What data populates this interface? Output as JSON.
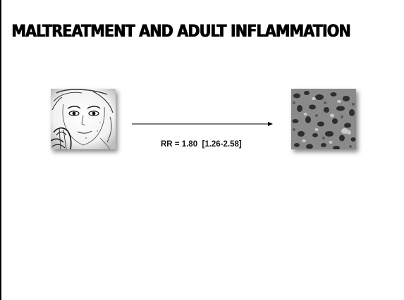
{
  "slide": {
    "title": "MALTREATMENT AND ADULT INFLAMMATION",
    "statistic": "RR = 1.80  [1.26-2.58]"
  },
  "images": {
    "left": "sketch-of-child-face",
    "right": "inflamed-tissue-micrograph"
  },
  "colors": {
    "text": "#000000",
    "background": "#ffffff"
  }
}
